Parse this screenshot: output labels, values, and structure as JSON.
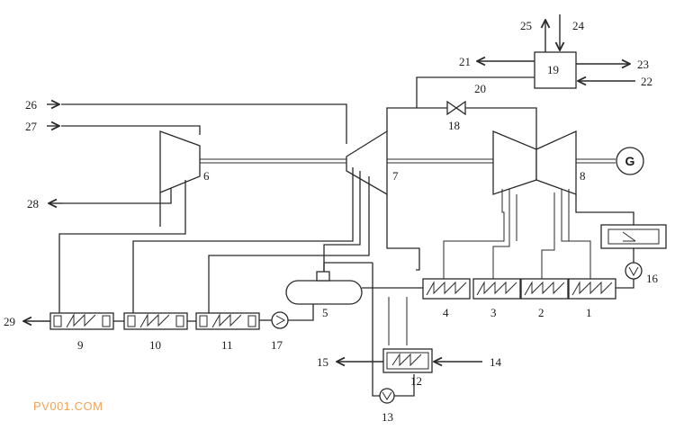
{
  "labels": {
    "n1": "1",
    "n2": "2",
    "n3": "3",
    "n4": "4",
    "n5": "5",
    "n6": "6",
    "n7": "7",
    "n8": "8",
    "n9": "9",
    "n10": "10",
    "n11": "11",
    "n12": "12",
    "n13": "13",
    "n14": "14",
    "n15": "15",
    "n16": "16",
    "n17": "17",
    "n18": "18",
    "n19": "19",
    "n20": "20",
    "n21": "21",
    "n22": "22",
    "n23": "23",
    "n24": "24",
    "n25": "25",
    "n26": "26",
    "n27": "27",
    "n28": "28",
    "n29": "29"
  },
  "generator": {
    "symbol": "G"
  },
  "watermark": "PV001.COM",
  "colors": {
    "line": "#2a2a2a",
    "watermark": "#f0a356",
    "background": "#ffffff"
  }
}
